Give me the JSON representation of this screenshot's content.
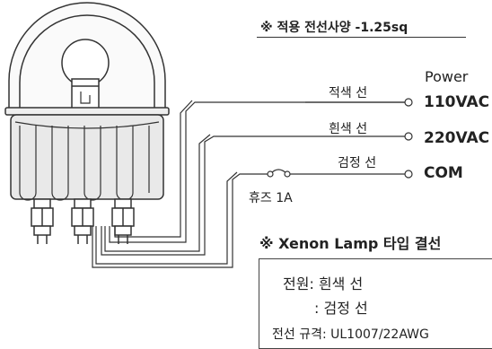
{
  "spec_title": "※ 적용 전선사양 -1.25sq",
  "power_label": "Power",
  "wires": [
    {
      "name": "적색 선",
      "terminal": "110VAC"
    },
    {
      "name": "흰색 선",
      "terminal": "220VAC"
    },
    {
      "name": "검정 선",
      "terminal": "COM"
    }
  ],
  "fuse_label": "휴즈 1A",
  "xenon": {
    "title": "※ Xenon Lamp 타입 결선",
    "power_line": "전원: 흰색 선",
    "power_line2": ": 검정 선",
    "spec_line": "전선 규격: UL1007/22AWG"
  },
  "colors": {
    "line": "#333333",
    "lamp_fill": "#f4f4f4",
    "base_fill": "#e9e9e9"
  }
}
